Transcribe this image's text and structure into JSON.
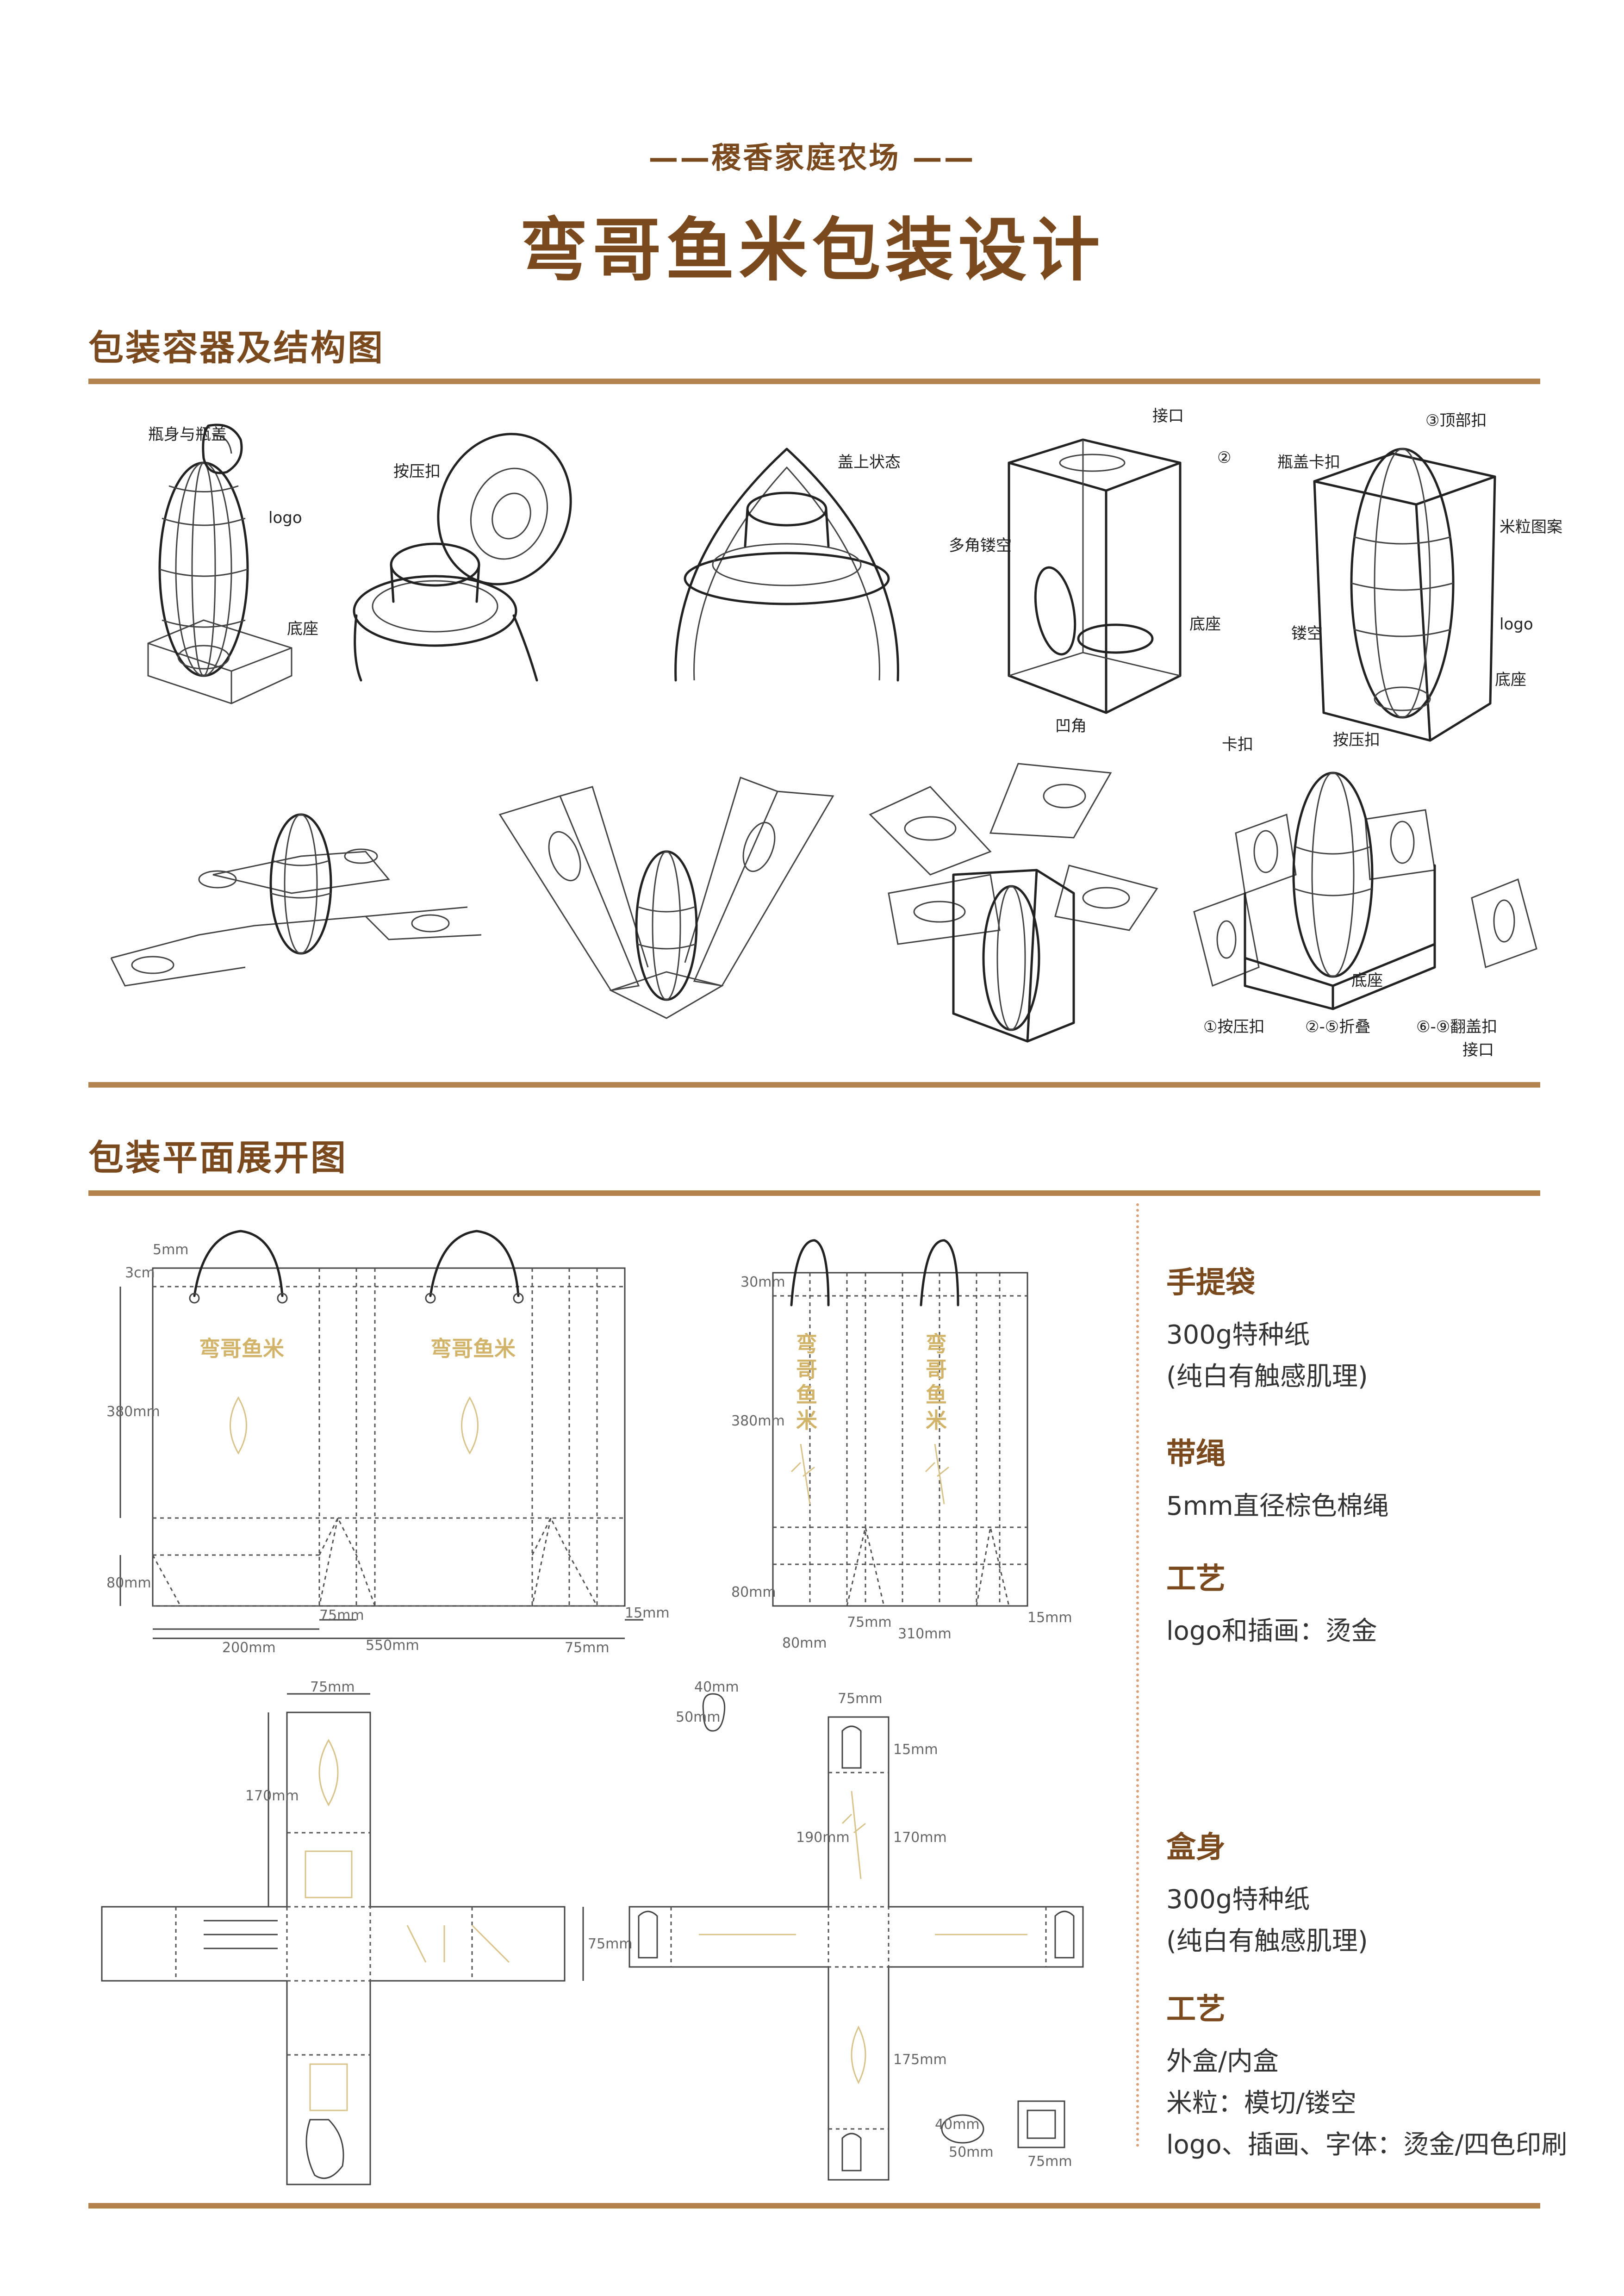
{
  "header": {
    "subtitle": "——稷香家庭农场 ——",
    "title": "弯哥鱼米包装设计"
  },
  "sections": {
    "structure": "包装容器及结构图",
    "flat": "包装平面展开图"
  },
  "specs": {
    "bag_heading": "手提袋",
    "bag_paper_1": "300g特种纸",
    "bag_paper_2": "(纯白有触感肌理)",
    "rope_heading": "带绳",
    "rope_text": "5mm直径棕色棉绳",
    "bag_craft_heading": "工艺",
    "bag_craft_text": "logo和插画：烫金",
    "box_heading": "盒身",
    "box_paper_1": "300g特种纸",
    "box_paper_2": "(纯白有触感肌理)",
    "box_craft_heading": "工艺",
    "box_craft_1": "外盒/内盒",
    "box_craft_2": "米粒：模切/镂空",
    "box_craft_3": "logo、插画、字体：烫金/四色印刷"
  },
  "sketch_notes": {
    "n1": "瓶身与瓶盖",
    "n2": "logo",
    "n3": "底座",
    "n4": "按压扣",
    "n5": "盖上状态",
    "n6": "接口",
    "n7": "②",
    "n8": "多角镂空",
    "n9": "底座",
    "n10": "凹角",
    "n11": "③顶部扣",
    "n12": "瓶盖卡扣",
    "n13": "米粒图案",
    "n14": "镂空",
    "n15": "logo",
    "n16": "底座",
    "n17": "卡扣",
    "n18": "按压扣",
    "n19": "底座",
    "n20": "①按压扣",
    "n21": "②-⑤折叠",
    "n22": "⑥-⑨翻盖扣",
    "n23": "接口"
  },
  "bag_design": {
    "logo_text": "弯哥鱼米",
    "vertical_logo": [
      "弯",
      "哥",
      "鱼",
      "米"
    ]
  },
  "dimensions": {
    "bag1": {
      "top": "3cm",
      "small": "5mm",
      "height": "380mm",
      "bottom": "80mm",
      "side": "75mm",
      "total": "550mm",
      "right": "15mm",
      "front": "200mm",
      "right2": "75mm"
    },
    "bag2": {
      "top": "30mm",
      "height": "380mm",
      "bottom": "80mm",
      "side": "75mm",
      "total": "310mm",
      "right": "15mm",
      "front": "80mm"
    },
    "box1": {
      "top": "75mm",
      "panel": "170mm",
      "side": "75mm"
    },
    "box2": {
      "w1": "40mm",
      "h1": "50mm",
      "top": "75mm",
      "flap": "15mm",
      "h190": "190mm",
      "h170": "170mm",
      "h175": "175mm",
      "w2": "40mm",
      "h2": "50mm",
      "w3": "75mm"
    }
  }
}
